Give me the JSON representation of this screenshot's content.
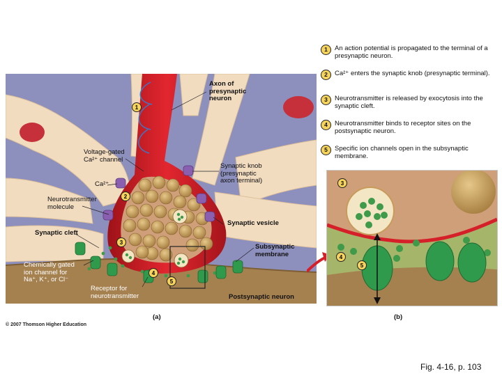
{
  "steps": [
    {
      "num": "1",
      "text": "An action potential is propagated to the terminal of a presynaptic neuron."
    },
    {
      "num": "2",
      "text": "Ca²⁺ enters the synaptic knob (presynaptic terminal)."
    },
    {
      "num": "3",
      "text": "Neurotransmitter is released by exocytosis into the synaptic cleft."
    },
    {
      "num": "4",
      "text": "Neurotransmitter binds to receptor sites on the postsynaptic neuron."
    },
    {
      "num": "5",
      "text": "Specific ion channels open in the subsynaptic membrane."
    }
  ],
  "labels": {
    "axon": "Axon of\npresynaptic\nneuron",
    "voltage_gated": "Voltage-gated\nCa²⁺ channel",
    "ca": "Ca²⁺",
    "neurotransmitter_molecule": "Neurotransmitter\nmolecule",
    "synaptic_knob": "Synaptic knob\n(presynaptic\naxon terminal)",
    "synaptic_cleft": "Synaptic cleft",
    "synaptic_vesicle": "Synaptic vesicle",
    "subsynaptic_membrane": "Subsynaptic\nmembrane",
    "chem_gated": "Chemically gated\nion channel for\nNa⁺, K⁺, or Cl⁻",
    "receptor": "Receptor for\nneurotransmitter",
    "postsynaptic": "Postsynaptic neuron"
  },
  "markers_a": [
    "1",
    "2",
    "3",
    "4",
    "5"
  ],
  "markers_b": [
    "3",
    "4",
    "5"
  ],
  "panel_a_tag": "(a)",
  "panel_b_tag": "(b)",
  "copyright": "© 2007 Thomson Higher Education",
  "caption": "Fig. 4-16, p. 103",
  "colors": {
    "background_purple": "#8d8fbd",
    "neuron_tissue": "#f2dcc0",
    "axon_red": "#d5202a",
    "postsynaptic_brown": "#a5814f",
    "vesicle_tan": "#cfa866",
    "neurotransmitter_green": "#3f9a4a",
    "channel_green": "#2f9a4c",
    "ca_channel_purple": "#8a5fb0",
    "marker_yellow": "#f6d35b"
  }
}
